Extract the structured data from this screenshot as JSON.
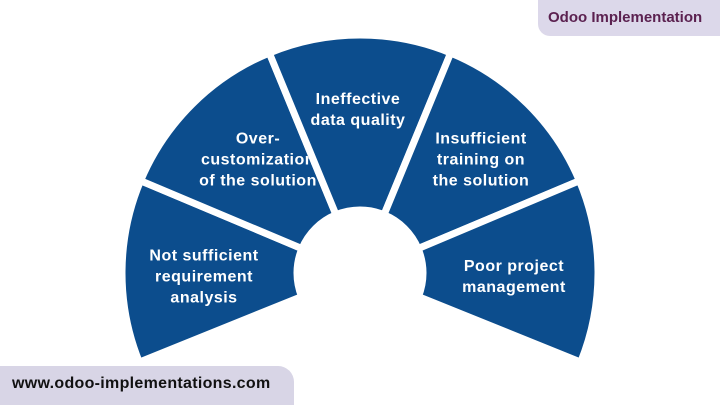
{
  "brand": "Odoo Implementation",
  "website": "www.odoo-implementations.com",
  "colors": {
    "segment": "#0c4d8d",
    "pill": "#dcd8ea",
    "brand_text": "#5b2150"
  },
  "segments": [
    {
      "label": "Not sufficient\nrequirement\nanalysis"
    },
    {
      "label": "Over-\ncustomization\nof the solution"
    },
    {
      "label": "Ineffective\ndata quality"
    },
    {
      "label": "Insufficient\ntraining on\nthe solution"
    },
    {
      "label": "Poor project\nmanagement"
    }
  ]
}
